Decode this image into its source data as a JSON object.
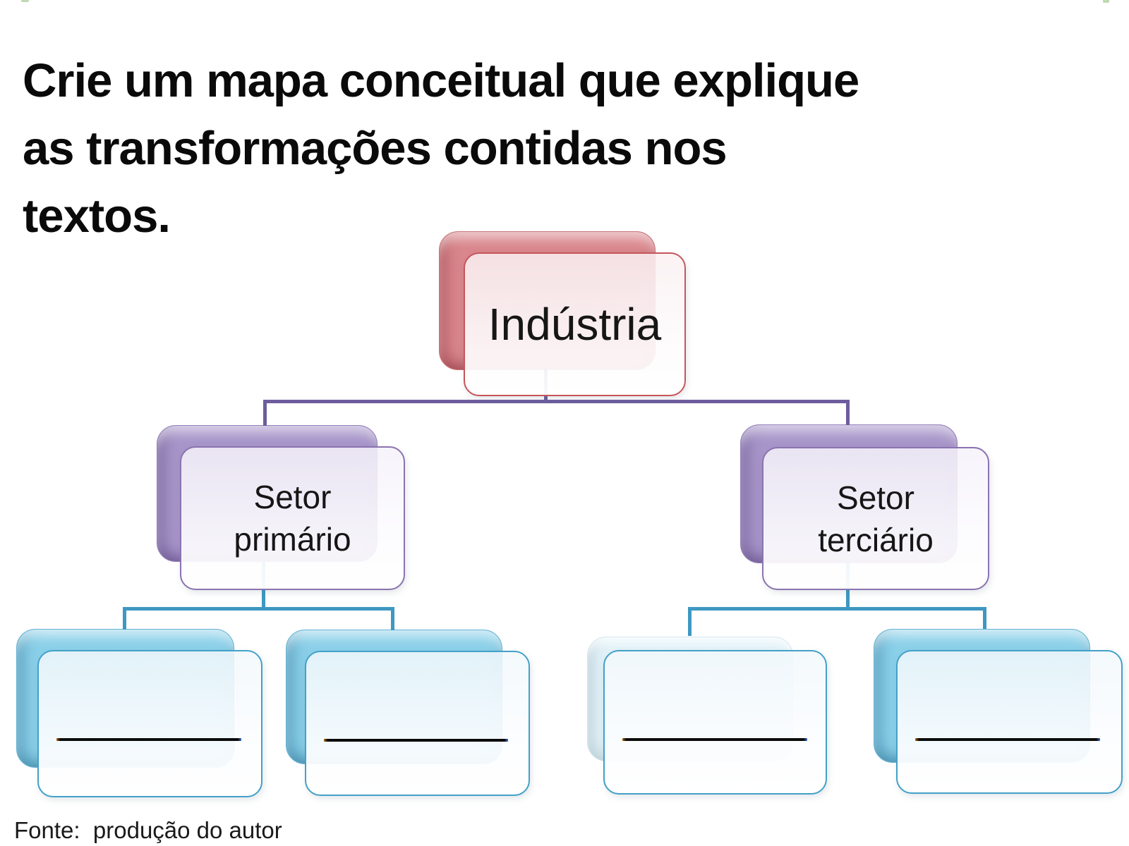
{
  "title": "Crie um mapa conceitual que explique\nas transformações contidas nos\ntextos.",
  "source_note": "Fonte:  produção do autor",
  "concept_map": {
    "type": "hierarchy",
    "root": {
      "label": "Indústria",
      "box_color": "#d9868c",
      "border_color": "#c5565c"
    },
    "children": [
      {
        "label": "Setor primário",
        "box_color": "#a795c9",
        "border_color": "#8b73b0",
        "children": [
          {
            "label": "",
            "placeholder": "blank-underline",
            "box_color": "#8bd0e9"
          },
          {
            "label": "",
            "placeholder": "blank-underline",
            "box_color": "#8bd0e9"
          }
        ]
      },
      {
        "label": "Setor terciário",
        "box_color": "#a795c9",
        "border_color": "#8b73b0",
        "children": [
          {
            "label": "",
            "placeholder": "blank-underline",
            "box_color": "#e2f2f8"
          },
          {
            "label": "",
            "placeholder": "blank-underline",
            "box_color": "#8bd0e9"
          }
        ]
      }
    ],
    "connector_colors": {
      "root_to_branches": "#6d5d9e",
      "branches_to_leaves": "#3e98c1"
    },
    "blank_line_color": "#0b0b0b"
  }
}
